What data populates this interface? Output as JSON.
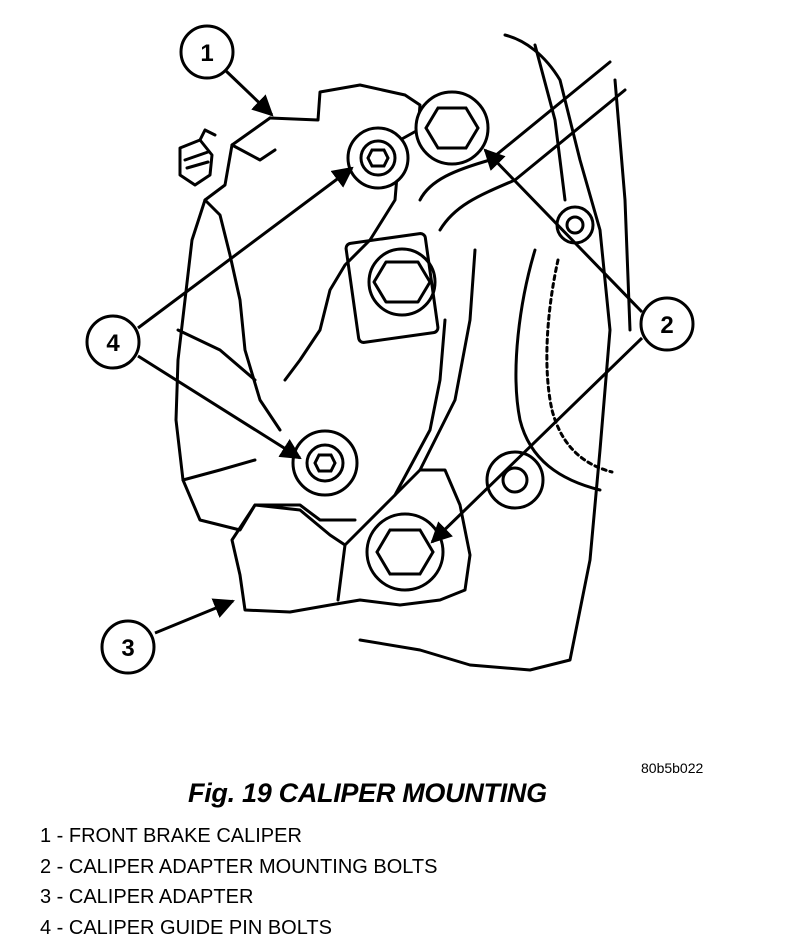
{
  "figure": {
    "image_code": "80b5b022",
    "title": "Fig. 19 CALIPER MOUNTING"
  },
  "callouts": [
    {
      "number": "1"
    },
    {
      "number": "2"
    },
    {
      "number": "3"
    },
    {
      "number": "4"
    }
  ],
  "legend": [
    {
      "text": "1 - FRONT BRAKE CALIPER"
    },
    {
      "text": "2 - CALIPER ADAPTER MOUNTING BOLTS"
    },
    {
      "text": "3 - CALIPER ADAPTER"
    },
    {
      "text": "4 - CALIPER GUIDE PIN BOLTS"
    }
  ]
}
